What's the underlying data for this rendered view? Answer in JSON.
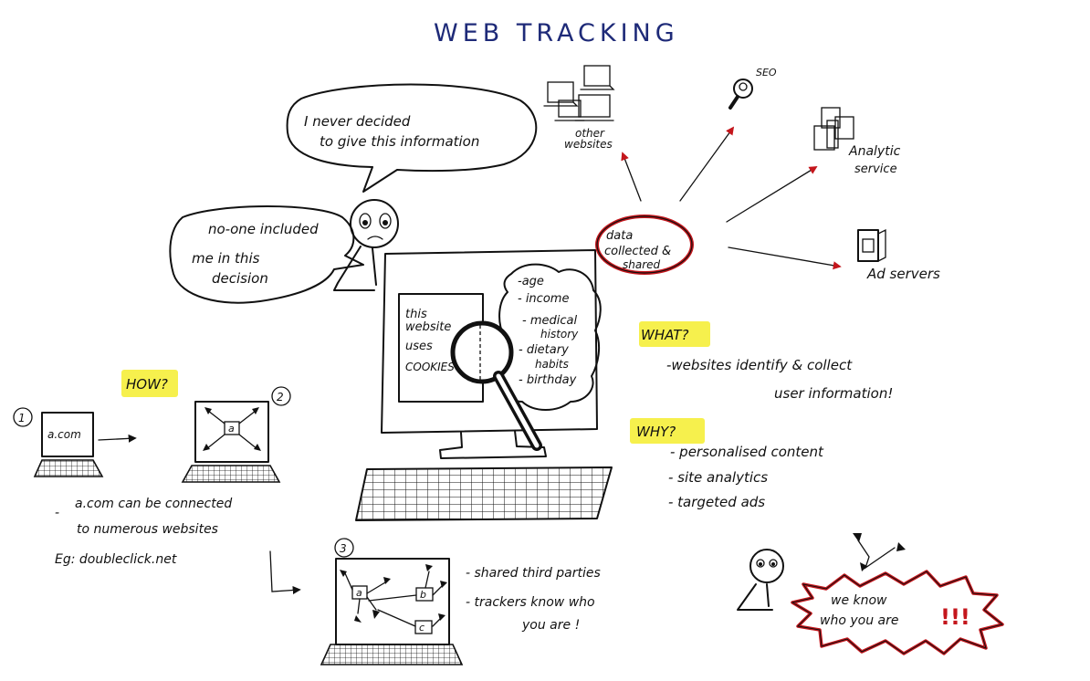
{
  "title": "WEB TRACKING",
  "colors": {
    "title": "#1e2a78",
    "highlight": "#f5ee3a",
    "red_accent": "#c4161c",
    "ink": "#111111"
  },
  "speech": {
    "top": [
      "I never decided",
      "to give this information"
    ],
    "left": [
      "no-one included",
      "me in this",
      "decision"
    ]
  },
  "data_hub": [
    "data",
    "collected &",
    "shared"
  ],
  "destinations": {
    "other_websites": [
      "other",
      "websites"
    ],
    "seo": "SEO",
    "analytic": [
      "Analytic",
      "service"
    ],
    "ad_servers": "Ad servers"
  },
  "screen_panel": [
    "this",
    "website",
    "uses",
    "COOKIES"
  ],
  "personal_data": [
    "-age",
    "- income",
    "- medical",
    "history",
    "- dietary",
    "habits",
    "- birthday"
  ],
  "how": {
    "label": "HOW?",
    "step1": "1",
    "step1_site": "a.com",
    "step2": "2",
    "step2_node": "a",
    "notes": [
      "a.com can be connected",
      "to numerous websites",
      "Eg: doubleclick.net"
    ]
  },
  "step3": {
    "label": "3",
    "nodes": [
      "a",
      "b",
      "c"
    ]
  },
  "shared_notes": [
    "- shared third parties",
    "- trackers know who",
    "you are !"
  ],
  "what": {
    "label": "WHAT?",
    "lines": [
      "-websites identify & collect",
      "user information!"
    ]
  },
  "why": {
    "label": "WHY?",
    "items": [
      "- personalised content",
      "- site analytics",
      "- targeted ads"
    ]
  },
  "alarm": [
    "we know",
    "who you are",
    "!!!"
  ]
}
